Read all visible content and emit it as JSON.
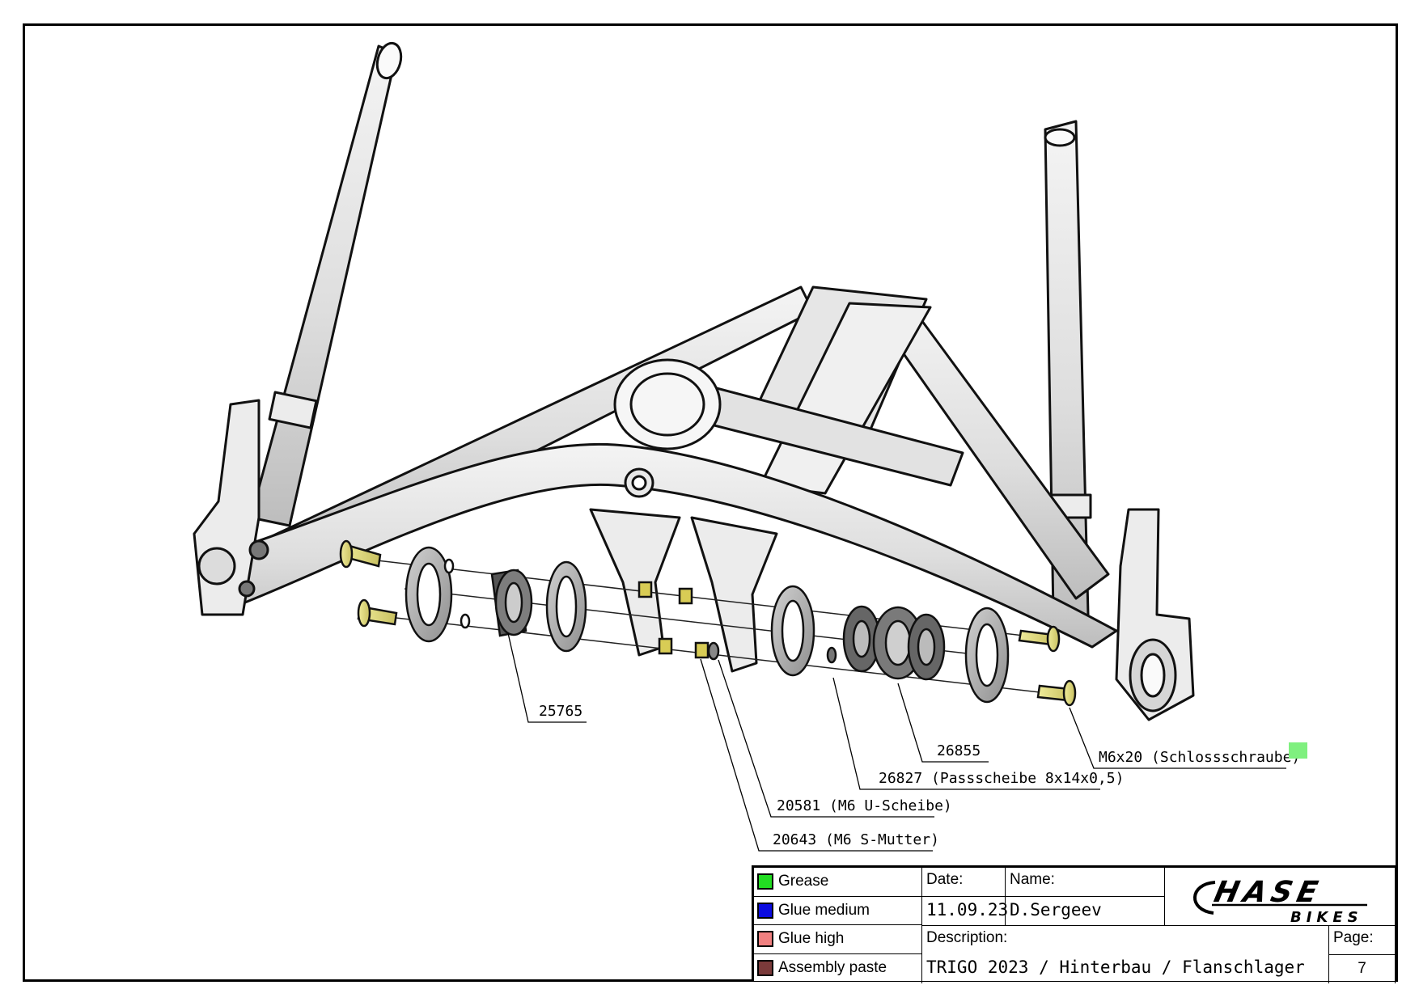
{
  "callouts": {
    "c25765": "25765",
    "c26855": "26855",
    "c26827": "26827 (Passscheibe 8x14x0,5)",
    "c20581": "20581 (M6 U-Scheibe)",
    "c20643": "20643 (M6 S-Mutter)",
    "cM6x20": "M6x20 (Schlossschraube)"
  },
  "legend": [
    {
      "label": "Grease",
      "color": "#22dd22"
    },
    {
      "label": "Glue medium",
      "color": "#0a0ae0"
    },
    {
      "label": "Glue high",
      "color": "#f08080"
    },
    {
      "label": "Assembly paste",
      "color": "#7a3a3a"
    }
  ],
  "highlight_color": "#7ff07f",
  "titleblock": {
    "date_label": "Date:",
    "date_value": "11.09.23",
    "name_label": "Name:",
    "name_value": "D.Sergeev",
    "description_label": "Description:",
    "description_value": "TRIGO 2023 / Hinterbau / Flanschlager",
    "page_label": "Page:",
    "page_value": "7",
    "logo_text": "HASE",
    "logo_subtext": "BIKES"
  }
}
